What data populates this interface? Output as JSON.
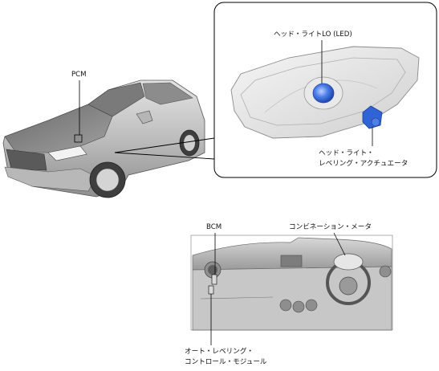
{
  "labels": {
    "pcm": "PCM",
    "headlight_lo": "ヘッド・ライトLO (LED)",
    "leveling_actuator_line1": "ヘッド・ライト・",
    "leveling_actuator_line2": "レベリング・アクチュエータ",
    "bcm": "BCM",
    "combination_meter": "コンビネーション・メータ",
    "auto_leveling_line1": "オート・レベリング・",
    "auto_leveling_line2": "コントロール・モジュール"
  },
  "colors": {
    "line": "#000000",
    "car_body": "#c9c9c9",
    "led_blue": "#3a6fe0",
    "actuator_blue": "#2f63d6",
    "dash": "#a8a8a8"
  }
}
